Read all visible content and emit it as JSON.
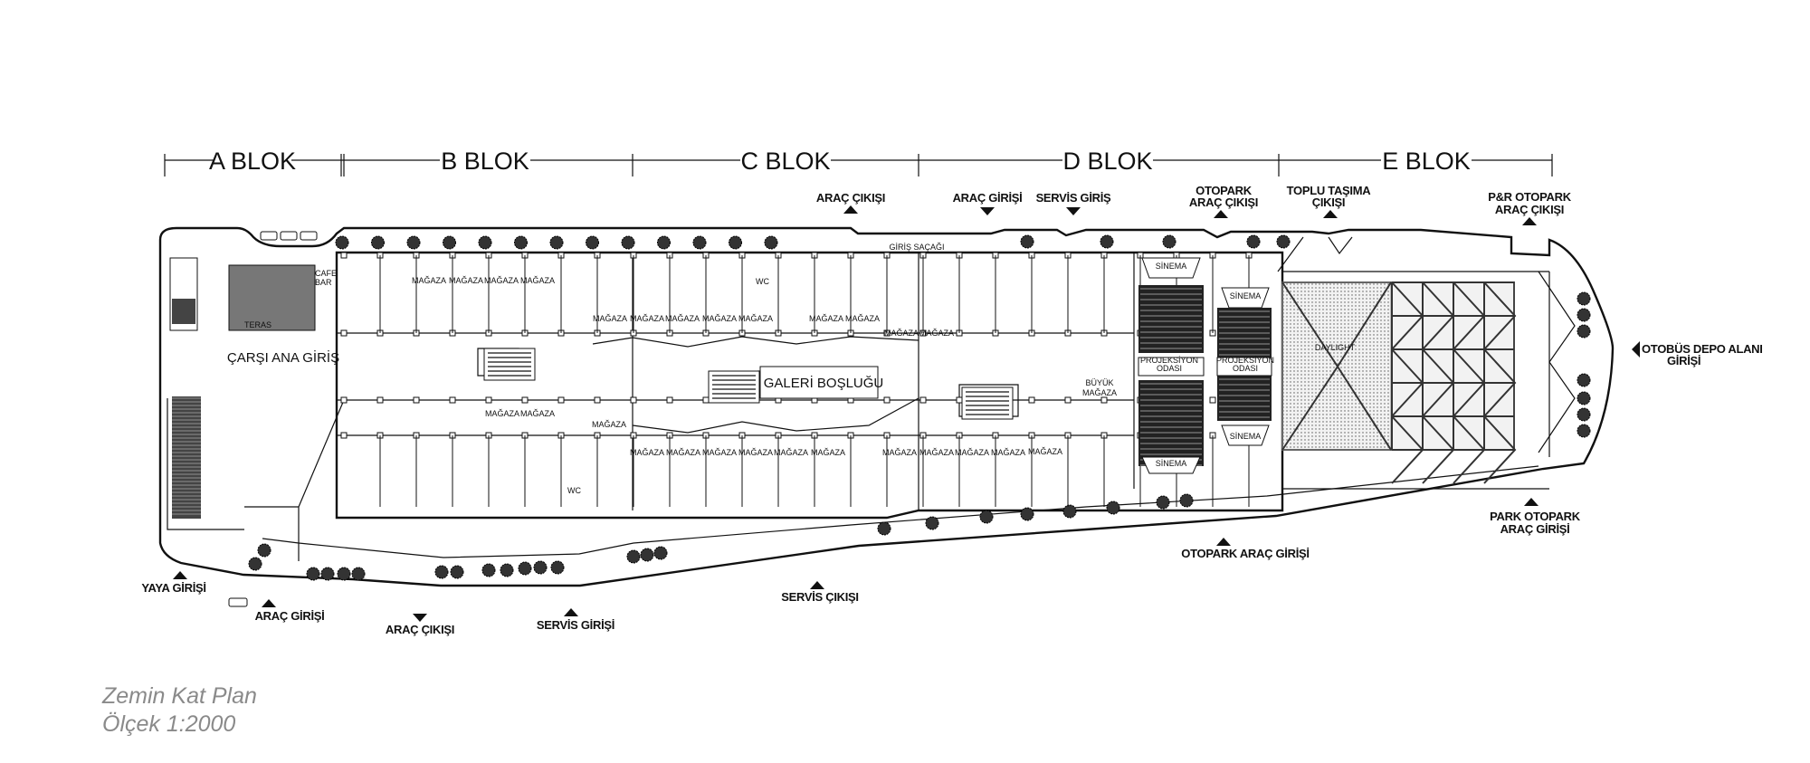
{
  "blocks": [
    "A BLOK",
    "B BLOK",
    "C BLOK",
    "D BLOK",
    "E BLOK"
  ],
  "access": {
    "arac_cikisi_top": "ARAÇ ÇIKIŞI",
    "arac_girisi_top": "ARAÇ GİRİŞİ",
    "servis_giris_top": "SERVİS GİRİŞ",
    "otopark_arac_cikisi": [
      "OTOPARK",
      "ARAÇ ÇIKIŞI"
    ],
    "toplu_tasima_cikisi": [
      "TOPLU TAŞIMA",
      "ÇIKIŞI"
    ],
    "pr_otopark_arac_cikisi": [
      "P&R OTOPARK",
      "ARAÇ ÇIKIŞI"
    ],
    "otobus_depo_alani_girisi": [
      "OTOBÜS DEPO ALANI",
      "GİRİŞİ"
    ],
    "yaya_girisi": "YAYA GİRİŞİ",
    "arac_girisi_bottom": "ARAÇ GİRİŞİ",
    "arac_cikisi_bottom": "ARAÇ ÇIKIŞI",
    "servis_girisi_bottom": "SERVİS GİRİŞİ",
    "servis_cikisi": "SERVİS ÇIKIŞI",
    "otopark_arac_girisi": "OTOPARK ARAÇ GİRİŞİ",
    "park_otopark_arac_girisi": [
      "PARK OTOPARK",
      "ARAÇ GİRİŞİ"
    ]
  },
  "spaces": {
    "carsi_ana_giris": "ÇARŞI ANA GİRİŞ",
    "galeri_boslugu": "GALERİ BOŞLUĞU",
    "buyuk_magaza": [
      "BÜYÜK",
      "MAĞAZA"
    ],
    "cafe_bar": [
      "CAFE",
      "BAR"
    ],
    "teras": "TERAS",
    "giris_sacagi": "GİRİŞ SAÇAĞI",
    "wc": "WC",
    "sinema": "SİNEMA",
    "projeksiyon_odasi": [
      "PROJEKSİYON",
      "ODASI"
    ],
    "skylight": "DAYLIGHT",
    "magaza": "MAĞAZA",
    "magazi": "MAĞAZA"
  },
  "caption": {
    "title": "Zemin Kat Plan",
    "scale": "Ölçek 1:2000"
  }
}
